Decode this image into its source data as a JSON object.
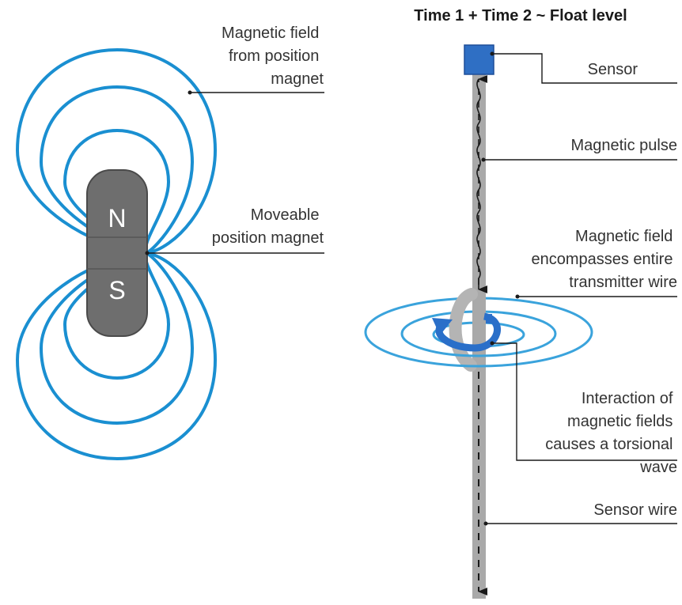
{
  "title": "Time 1 + Time 2 ~ Float level",
  "magnet": {
    "north_label": "N",
    "south_label": "S"
  },
  "labels": {
    "magnetic_field_from_position_magnet": [
      "Magnetic field",
      "from position",
      "magnet"
    ],
    "moveable_position_magnet": [
      "Moveable",
      "position magnet"
    ],
    "sensor": [
      "Sensor"
    ],
    "magnetic_pulse": [
      "Magnetic pulse"
    ],
    "magnetic_field_encompasses_wire": [
      "Magnetic field",
      "encompasses entire",
      "transmitter wire"
    ],
    "interaction_torsional_wave": [
      "Interaction of",
      "magnetic fields",
      "causes a torsional",
      "wave"
    ],
    "sensor_wire": [
      "Sensor wire"
    ]
  },
  "colors": {
    "field_blue": "#1a8fd1",
    "ring_blue": "#3aa3dc",
    "sensor_blue": "#2f6fc4",
    "torsion_blue": "#2a6fc9",
    "magnet_gray": "#6e6e6e",
    "wire_gray": "#a9a9a9",
    "text": "#333333"
  }
}
